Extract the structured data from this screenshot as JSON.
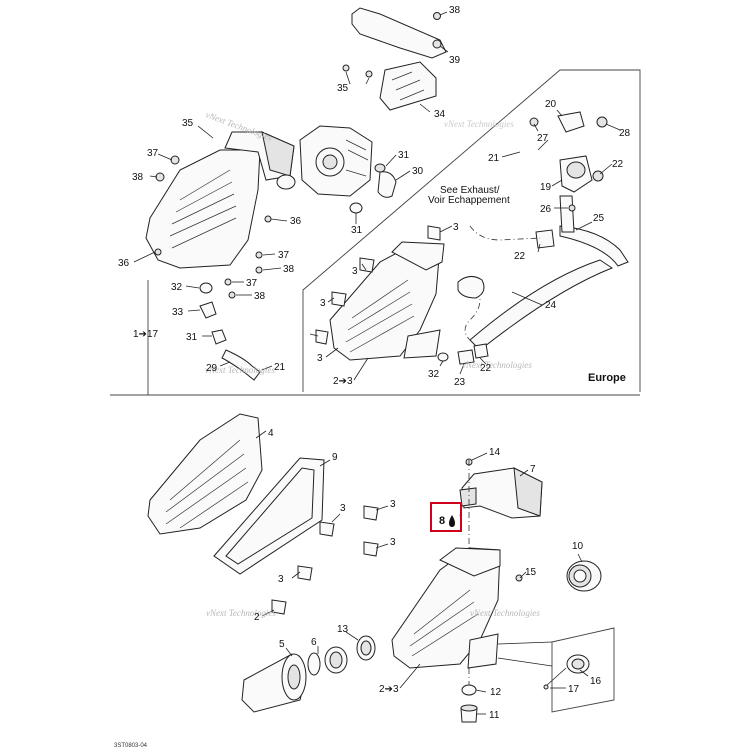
{
  "europe_label": "Europe",
  "note": {
    "line1": "See Exhaust/",
    "line2": "Voir Echappement"
  },
  "watermark": {
    "line1": "vNext Technologies",
    "line2": "Technologies"
  },
  "drawing_code": "3ST0803-04",
  "callouts": {
    "c38a": "38",
    "c39": "39",
    "c35a": "35",
    "c34": "34",
    "c35b": "35",
    "c37a": "37",
    "c38b": "38",
    "c36a": "36",
    "c37b": "37",
    "c38c": "38",
    "c37c": "37",
    "c38d": "38",
    "c36b": "36",
    "c32a": "32",
    "c33": "33",
    "c31a": "31",
    "c29": "29",
    "c21a": "21",
    "c1to17": "1➔17",
    "c31b": "31",
    "c30": "30",
    "c31c": "31",
    "c20": "20",
    "c27": "27",
    "c28": "28",
    "c21b": "21",
    "c22a": "22",
    "c19": "19",
    "c26": "26",
    "c25": "25",
    "c22b": "22",
    "c3a": "3",
    "c3b": "3",
    "c3c": "3",
    "c24": "24",
    "c3d": "3",
    "c2to3a": "2➔3",
    "c32b": "32",
    "c23": "23",
    "c22c": "22",
    "c4": "4",
    "c9": "9",
    "c14": "14",
    "c7": "7",
    "c8": "8",
    "c3e": "3",
    "c3f": "3",
    "c3g": "3",
    "c3h": "3",
    "c2": "2",
    "c10": "10",
    "c15": "15",
    "c5": "5",
    "c6": "6",
    "c13": "13",
    "c2to3b": "2➔3",
    "c12": "12",
    "c11": "11",
    "c16": "16",
    "c17": "17"
  },
  "colors": {
    "highlight_box": "#d0021b",
    "line": "#222222"
  }
}
